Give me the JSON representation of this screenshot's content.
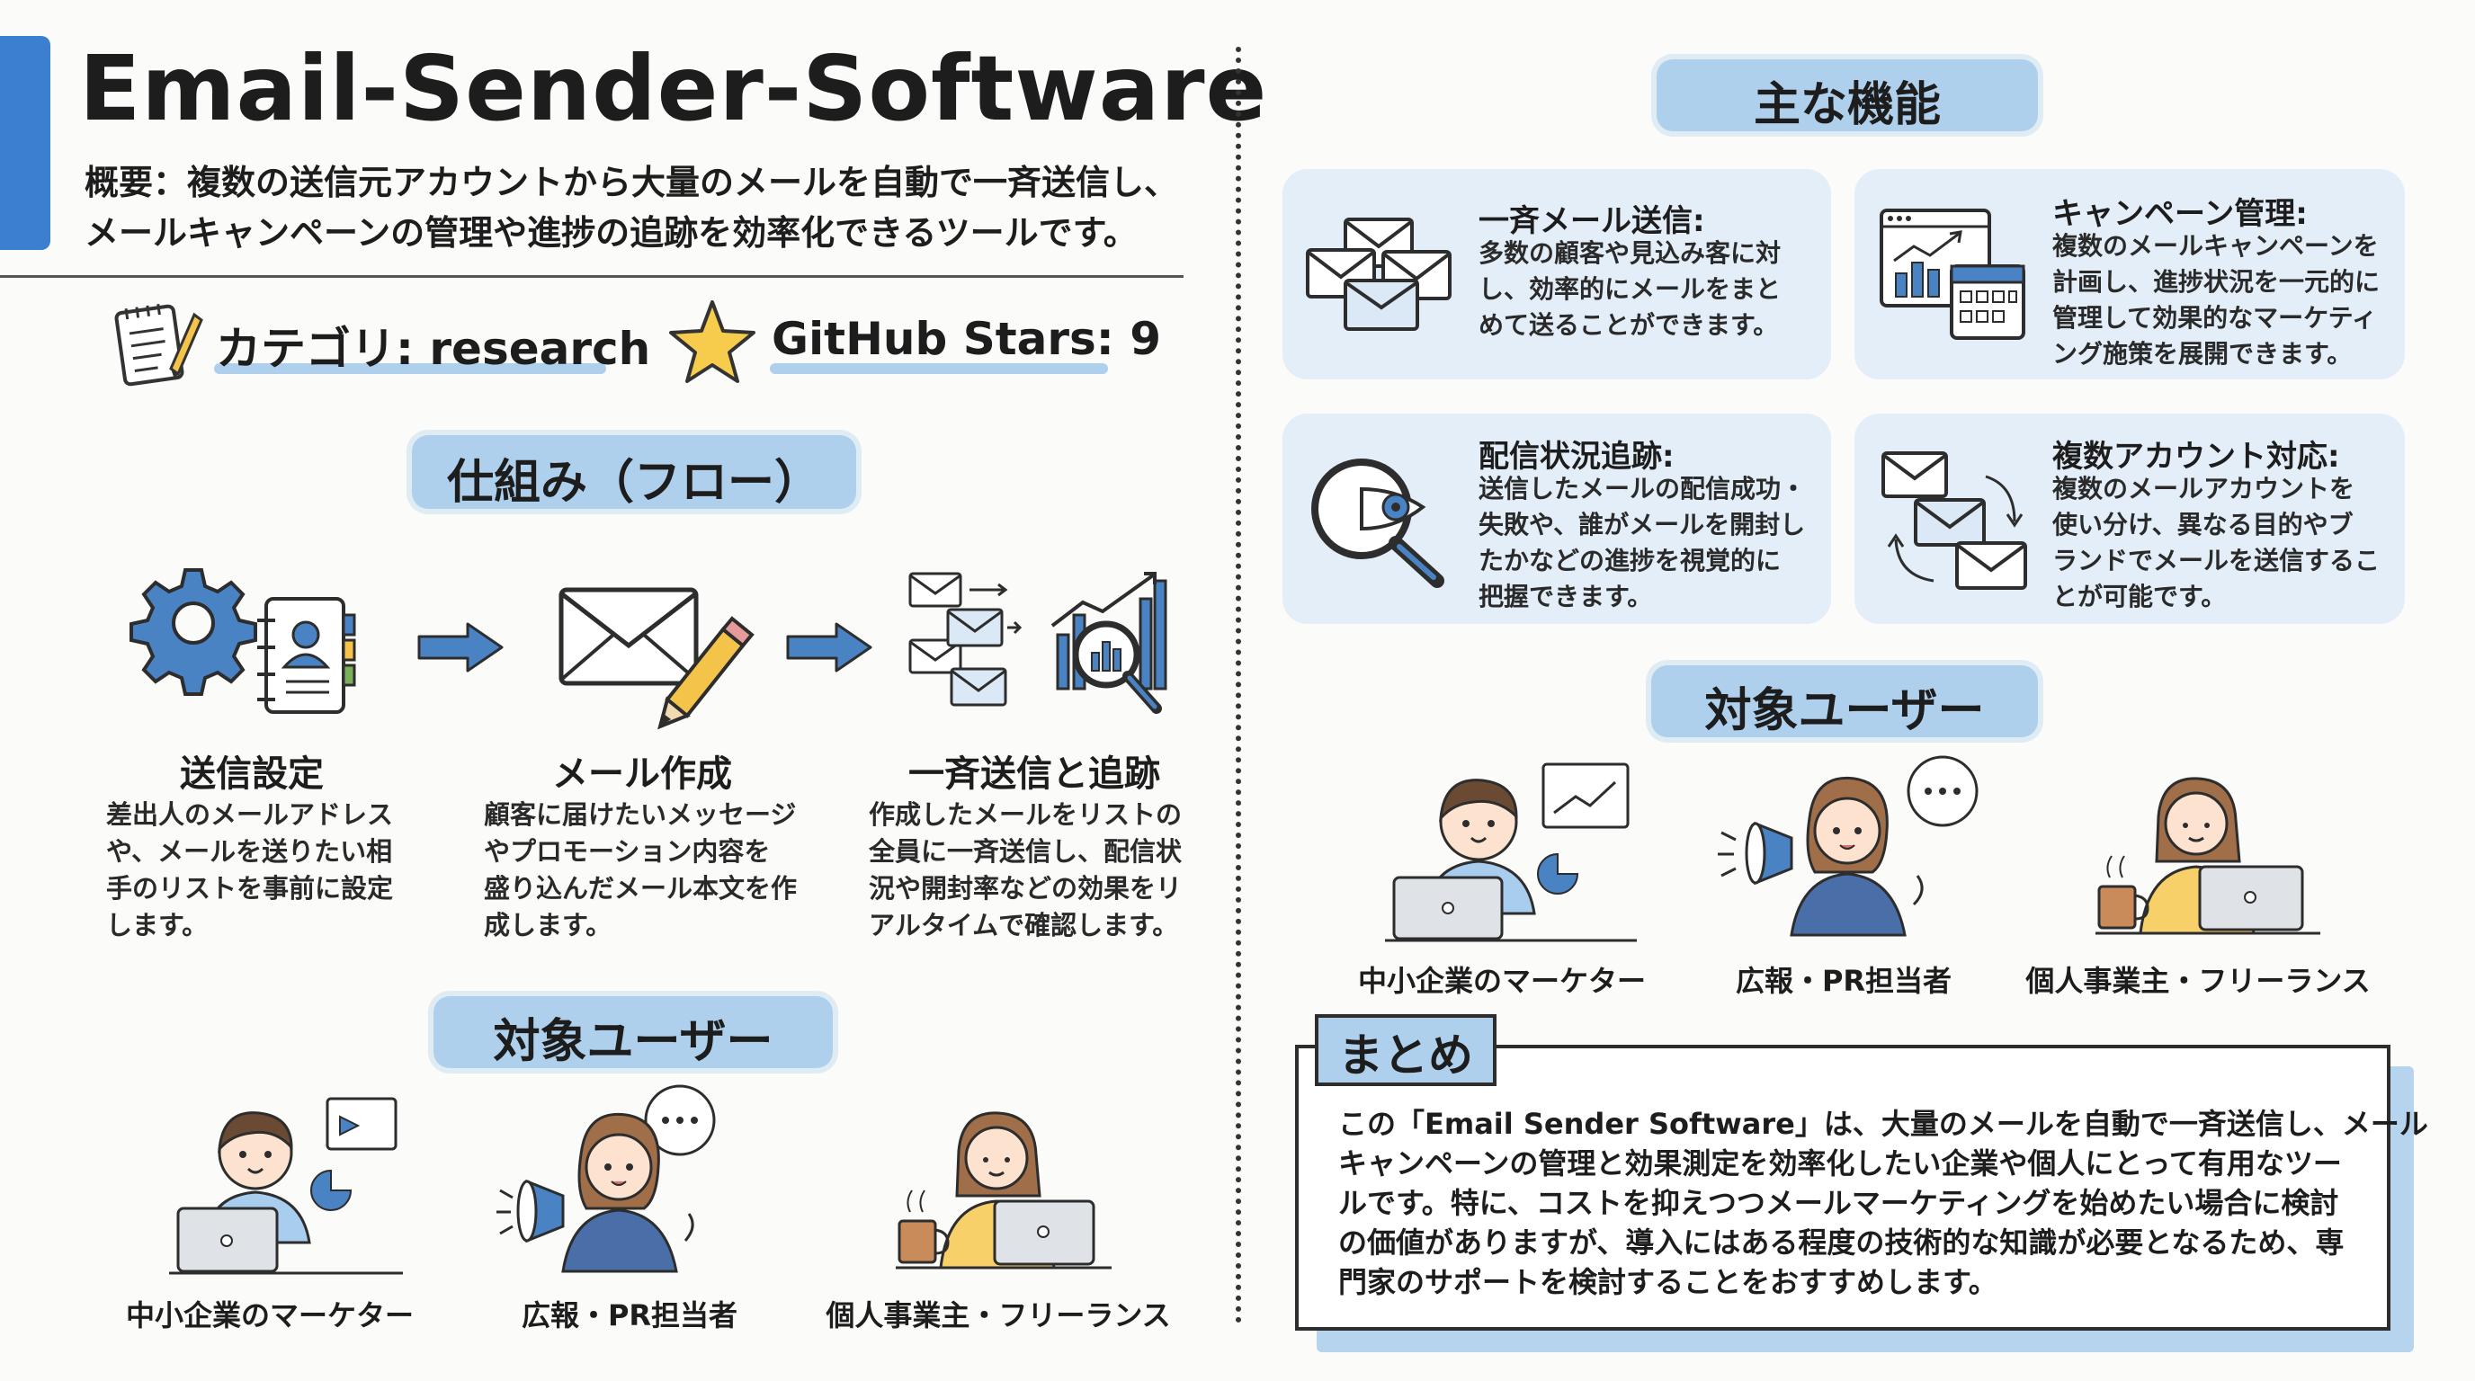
{
  "header": {
    "title": "Email-Sender-Software",
    "summary_line1": "概要：複数の送信元アカウントから大量のメールを自動で一斉送信し、",
    "summary_line2": "メールキャンペーンの管理や進捗の追跡を効率化できるツールです。",
    "category": "カテゴリ: research",
    "stars": "GitHub Stars: 9"
  },
  "flow": {
    "heading": "仕組み（フロー）",
    "steps": [
      {
        "title": "送信設定",
        "lines": [
          "差出人のメールアドレス",
          "や、メールを送りたい相",
          "手のリストを事前に設定",
          "します。"
        ]
      },
      {
        "title": "メール作成",
        "lines": [
          "顧客に届けたいメッセージ",
          "やプロモーション内容を",
          "盛り込んだメール本文を作",
          "成します。"
        ]
      },
      {
        "title": "一斉送信と追跡",
        "lines": [
          "作成したメールをリストの",
          "全員に一斉送信し、配信状",
          "況や開封率などの効果をリ",
          "アルタイムで確認します。"
        ]
      }
    ]
  },
  "users_left": {
    "heading": "対象ユーザー",
    "labels": [
      "中小企業のマーケター",
      "広報・PR担当者",
      "個人事業主・フリーランス"
    ]
  },
  "features": {
    "heading": "主な機能",
    "items": [
      {
        "title": "一斉メール送信:",
        "lines": [
          "多数の顧客や見込み客に対",
          "し、効率的にメールをまと",
          "めて送ることができます。"
        ]
      },
      {
        "title": "キャンペーン管理:",
        "lines": [
          "複数のメールキャンペーンを",
          "計画し、進捗状況を一元的に",
          "管理して効果的なマーケティ",
          "ング施策を展開できます。"
        ]
      },
      {
        "title": "配信状況追跡:",
        "lines": [
          "送信したメールの配信成功・",
          "失敗や、誰がメールを開封し",
          "たかなどの進捗を視覚的に",
          "把握できます。"
        ]
      },
      {
        "title": "複数アカウント対応:",
        "lines": [
          "複数のメールアカウントを",
          "使い分け、異なる目的やブ",
          "ランドでメールを送信するこ",
          "とが可能です。"
        ]
      }
    ]
  },
  "users_right": {
    "heading": "対象ユーザー",
    "labels": [
      "中小企業のマーケター",
      "広報・PR担当者",
      "個人事業主・フリーランス"
    ]
  },
  "summary": {
    "heading": "まとめ",
    "lines": [
      "この「Email Sender Software」は、大量のメールを自動で一斉送信し、メール",
      "キャンペーンの管理と効果測定を効率化したい企業や個人にとって有用なツー",
      "ルです。特に、コストを抑えつつメールマーケティングを始めたい場合に検討",
      "の価値がありますが、導入にはある程度の技術的な知識が必要となるため、専",
      "門家のサポートを検討することをおすすめします。"
    ]
  },
  "colors": {
    "accent": "#3a7fd0",
    "brush": "#aed0ec",
    "card": "#e3eef8",
    "line": "#3a3a3a"
  },
  "icons": [
    "gear-icon",
    "contact-book-icon",
    "arrow-right-icon",
    "envelope-icon",
    "pencil-icon",
    "multi-envelope-icon",
    "magnifier-chart-icon",
    "notepad-icon",
    "star-icon",
    "calendar-chart-icon",
    "magnifier-eye-icon",
    "envelope-cycle-icon",
    "laptop-icon",
    "megaphone-icon",
    "speech-bubble-icon",
    "coffee-cup-icon"
  ]
}
